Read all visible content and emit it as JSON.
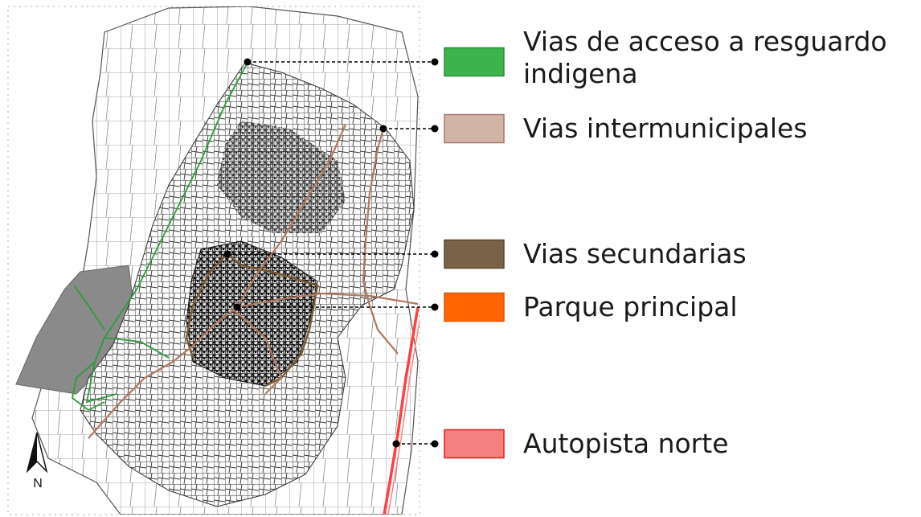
{
  "map": {
    "north_label": "N",
    "legend": [
      {
        "id": "resguardo",
        "lines": [
          "Vias de acceso a resguardo",
          "indigena"
        ],
        "swatch_fill": "#3cb44b",
        "swatch_stroke": "#2e8b3a"
      },
      {
        "id": "intermunicipales",
        "lines": [
          "Vias intermunicipales"
        ],
        "swatch_fill": "#d2b4a6",
        "swatch_stroke": "#a4786a"
      },
      {
        "id": "secundarias",
        "lines": [
          "Vias secundarias"
        ],
        "swatch_fill": "#7a6248",
        "swatch_stroke": "#5a4632"
      },
      {
        "id": "parque",
        "lines": [
          "Parque principal"
        ],
        "swatch_fill": "#ff6600",
        "swatch_stroke": "#e05500"
      },
      {
        "id": "autopista",
        "lines": [
          "Autopista norte"
        ],
        "swatch_fill": "#f58080",
        "swatch_stroke": "#e02020"
      }
    ],
    "colors": {
      "parcels": "#222222",
      "dense_core": "#111111",
      "resguardo_zone": "#8a8a8a",
      "secundarias_road": "#7a5a33",
      "intermunicipal_road": "#b07a60",
      "resguardo_road": "#2e9b3a",
      "autopista_road": "#ff4040",
      "parque_point": "#ff6600",
      "leader": "#000000"
    }
  }
}
